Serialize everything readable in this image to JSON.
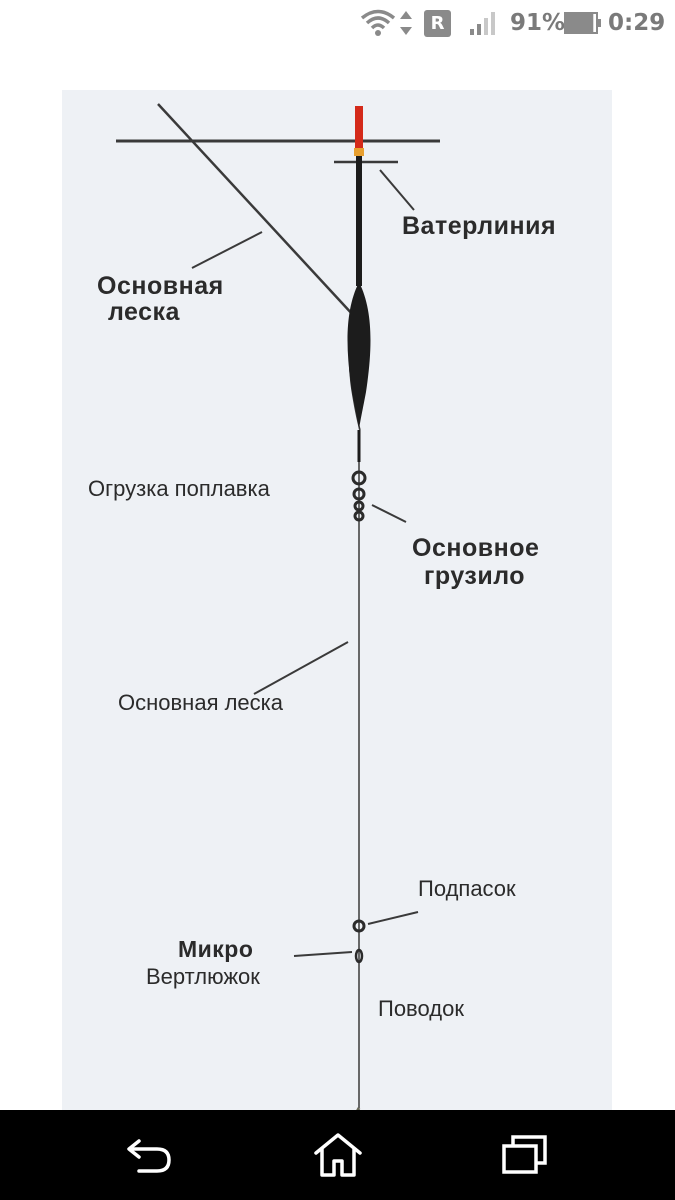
{
  "status_bar": {
    "wifi_icon": "wifi-icon",
    "data_arrows_icon": "data-transfer-icon",
    "roaming_badge": "R",
    "signal_icon": "signal-bars-icon",
    "battery_percent": "91%",
    "battery_level": 0.91,
    "battery_icon": "battery-icon",
    "time": "0:29"
  },
  "diagram": {
    "labels": {
      "waterline": "Ватерлиния",
      "main_line_top_1": "Основная",
      "main_line_top_2": "леска",
      "float_weight": "Огрузка поплавка",
      "main_sinker_1": "Основное",
      "main_sinker_2": "грузило",
      "main_line_mid": "Основная леска",
      "sub_sinker": "Подпасок",
      "micro_swivel_1": "Микро",
      "micro_swivel_2": "Вертлюжок",
      "leader": "Поводок"
    },
    "colors": {
      "background": "#eef1f5",
      "float_tip": "#d42a1a",
      "float_collar": "#e8a030",
      "float_body": "#1c1c1c",
      "line": "#3a3a3a"
    }
  },
  "nav_bar": {
    "back_icon": "back-icon",
    "home_icon": "home-icon",
    "recents_icon": "recent-apps-icon"
  }
}
